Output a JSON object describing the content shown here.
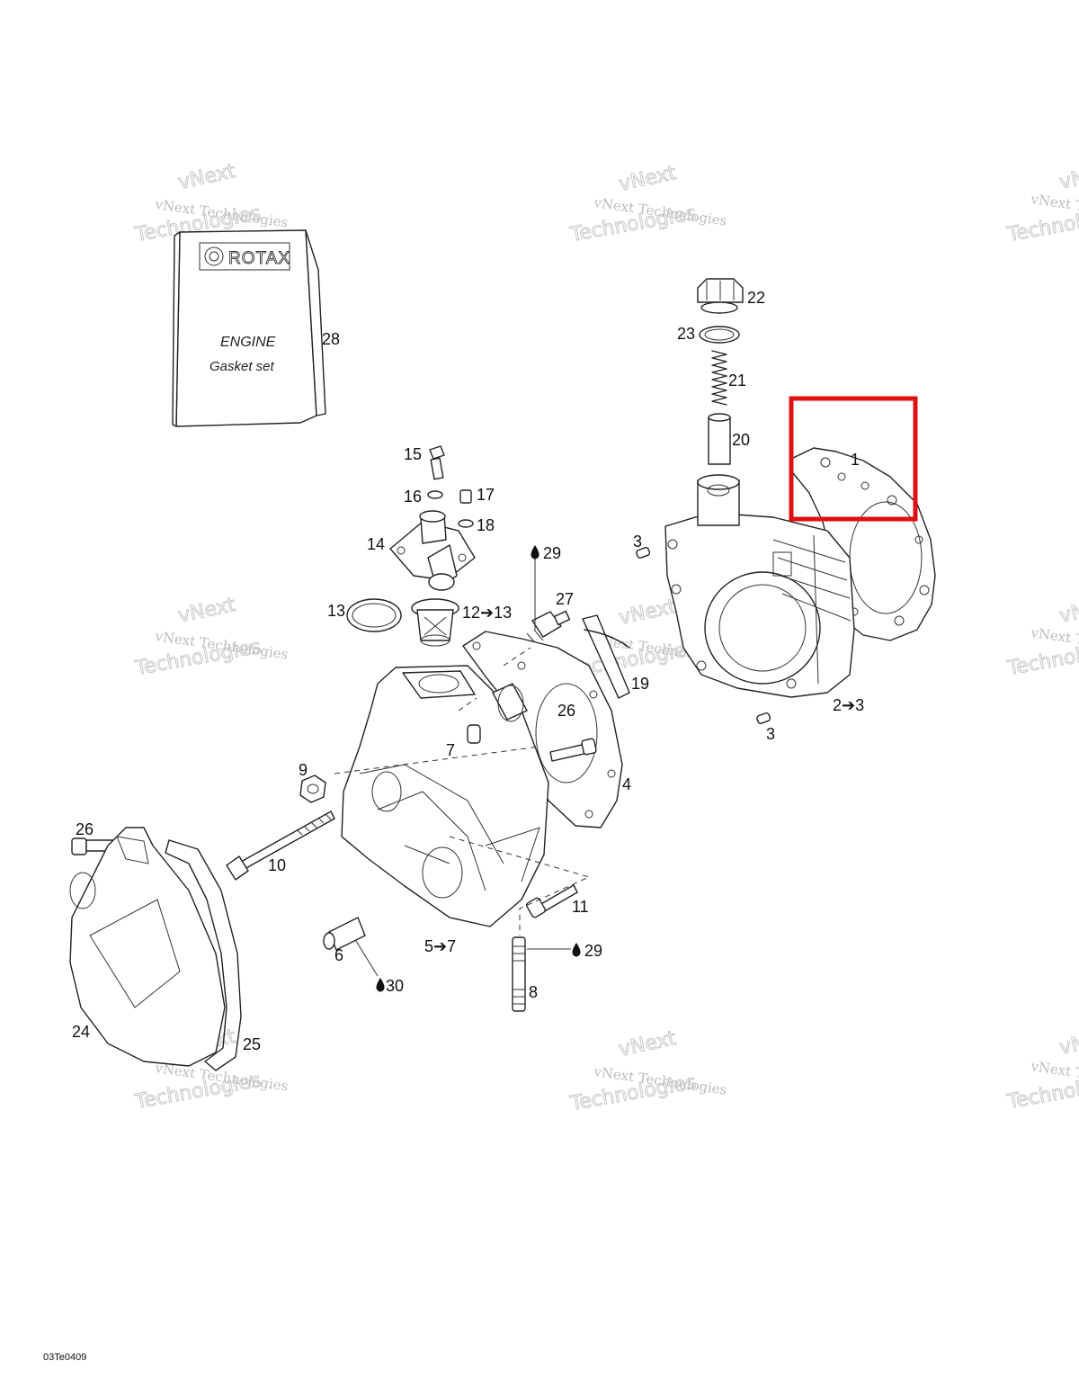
{
  "diagram_code": "03Te0409",
  "watermark": {
    "line1": "vNext Technologies",
    "line2": "vNext",
    "line3": "Technologies"
  },
  "gasket_book": {
    "brand": "ROTAX",
    "title": "ENGINE",
    "subtitle": "Gasket set"
  },
  "highlight_color": "#e01010",
  "callouts": [
    {
      "id": "c1",
      "text": "1"
    },
    {
      "id": "c2",
      "text": "2➔3"
    },
    {
      "id": "c3a",
      "text": "3"
    },
    {
      "id": "c3b",
      "text": "3"
    },
    {
      "id": "c4",
      "text": "4"
    },
    {
      "id": "c5",
      "text": "5➔7"
    },
    {
      "id": "c6",
      "text": "6"
    },
    {
      "id": "c7",
      "text": "7"
    },
    {
      "id": "c8",
      "text": "8"
    },
    {
      "id": "c9",
      "text": "9"
    },
    {
      "id": "c10",
      "text": "10"
    },
    {
      "id": "c11",
      "text": "11"
    },
    {
      "id": "c12",
      "text": "12➔13"
    },
    {
      "id": "c13",
      "text": "13"
    },
    {
      "id": "c14",
      "text": "14"
    },
    {
      "id": "c15",
      "text": "15"
    },
    {
      "id": "c16",
      "text": "16"
    },
    {
      "id": "c17",
      "text": "17"
    },
    {
      "id": "c18",
      "text": "18"
    },
    {
      "id": "c19",
      "text": "19"
    },
    {
      "id": "c20",
      "text": "20"
    },
    {
      "id": "c21",
      "text": "21"
    },
    {
      "id": "c22",
      "text": "22"
    },
    {
      "id": "c23",
      "text": "23"
    },
    {
      "id": "c24",
      "text": "24"
    },
    {
      "id": "c25",
      "text": "25"
    },
    {
      "id": "c26a",
      "text": "26"
    },
    {
      "id": "c26b",
      "text": "26"
    },
    {
      "id": "c27",
      "text": "27"
    },
    {
      "id": "c28",
      "text": "28"
    },
    {
      "id": "c29a",
      "text": "29"
    },
    {
      "id": "c29b",
      "text": "29"
    },
    {
      "id": "c30",
      "text": "30"
    }
  ]
}
